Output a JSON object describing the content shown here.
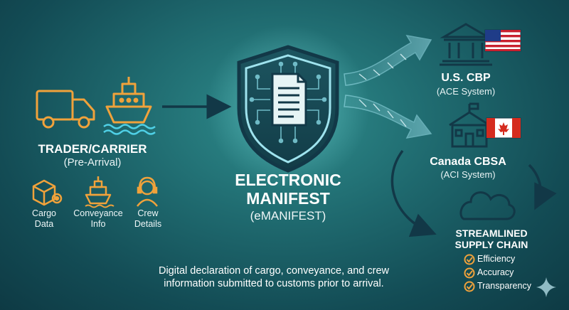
{
  "source": {
    "title": "TRADER/CARRIER",
    "subtitle": "(Pre-Arrival)",
    "items": [
      {
        "label_line1": "Cargo",
        "label_line2": "Data",
        "icon": "cargo-box-gear-icon"
      },
      {
        "label_line1": "Conveyance",
        "label_line2": "Info",
        "icon": "ship-icon"
      },
      {
        "label_line1": "Crew",
        "label_line2": "Details",
        "icon": "crew-headset-icon"
      }
    ]
  },
  "center": {
    "title_line1": "ELECTRONIC",
    "title_line2": "MANIFEST",
    "subtitle": "(eMANIFEST)"
  },
  "destinations": [
    {
      "name": "U.S. CBP",
      "system": "(ACE System)",
      "flag": "us-flag-icon"
    },
    {
      "name": "Canada CBSA",
      "system": "(ACI System)",
      "flag": "canada-flag-icon"
    }
  ],
  "outcome": {
    "title_line1": "STREAMLINED",
    "title_line2": "SUPPLY CHAIN",
    "benefits": [
      "Efficiency",
      "Accuracy",
      "Transparency"
    ]
  },
  "caption": {
    "line1": "Digital declaration of cargo, conveyance, and crew",
    "line2": "information submitted to customs prior to arrival."
  },
  "colors": {
    "accent_orange": "#f0a23b",
    "navy": "#123847",
    "cyan": "#9fe3ee"
  }
}
